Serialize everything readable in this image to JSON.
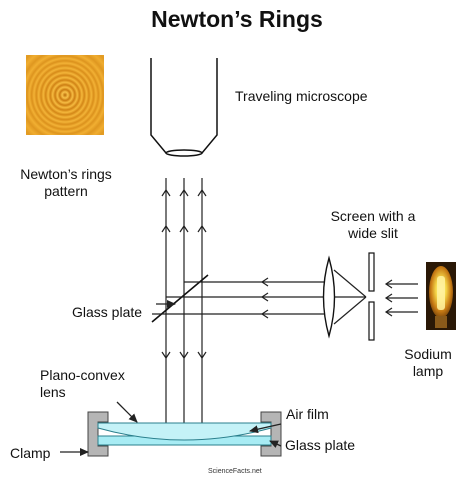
{
  "title": "Newton’s Rings",
  "labels": {
    "pattern_line1": "Newton’s rings",
    "pattern_line2": "pattern",
    "microscope": "Traveling microscope",
    "screen_line1": "Screen with a",
    "screen_line2": "wide slit",
    "glass_plate_top": "Glass plate",
    "sodium_line1": "Sodium",
    "sodium_line2": "lamp",
    "lens_line1": "Plano-convex",
    "lens_line2": "lens",
    "air_film": "Air film",
    "glass_plate_bottom": "Glass plate",
    "clamp": "Clamp"
  },
  "watermark": "ScienceFacts.net",
  "colors": {
    "fringe_light": "#f4b73a",
    "fringe_dark": "#c8780c",
    "glass": "#a8ecf4",
    "lens": "#c4f2f7",
    "clamp": "#b5b5b5",
    "lamp_glow": "#f6d94b",
    "lamp_base": "#8a5a1a"
  }
}
